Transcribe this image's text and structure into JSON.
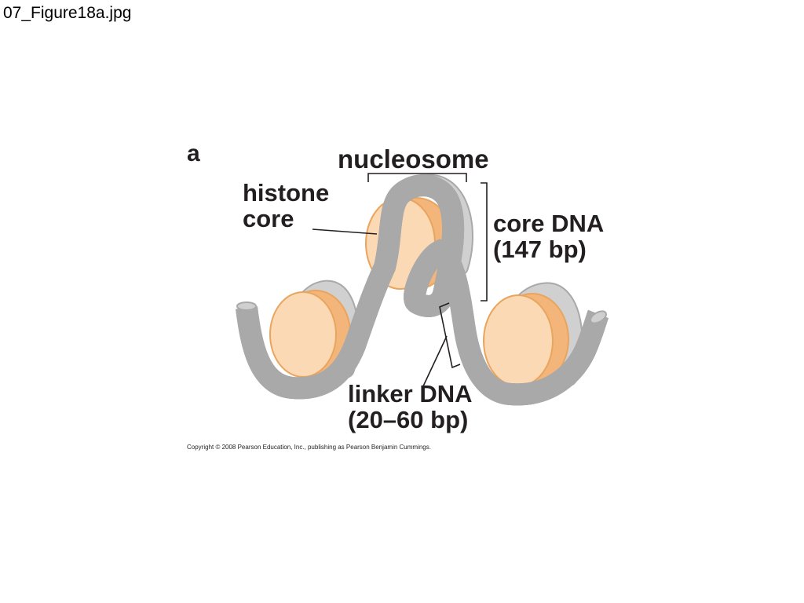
{
  "slide_title": "07_Figure18a.jpg",
  "figure": {
    "panel_letter": "a",
    "labels": {
      "nucleosome": "nucleosome",
      "histone_core": [
        "histone",
        "core"
      ],
      "core_dna": [
        "core DNA",
        "(147 bp)"
      ],
      "linker_dna": [
        "linker DNA",
        "(20–60 bp)"
      ]
    },
    "copyright": "Copyright © 2008 Pearson Education, Inc., publishing as Pearson Benjamin Cummings."
  },
  "colors": {
    "histone_face": "#fbd9b4",
    "histone_edge": "#e9a55d",
    "histone_side": "#f3b57a",
    "dna_fill": "#d6d6d6",
    "dna_edge": "#a9a9a9",
    "dna_helix": "#f2f2f2",
    "bracket": "#231f20"
  }
}
